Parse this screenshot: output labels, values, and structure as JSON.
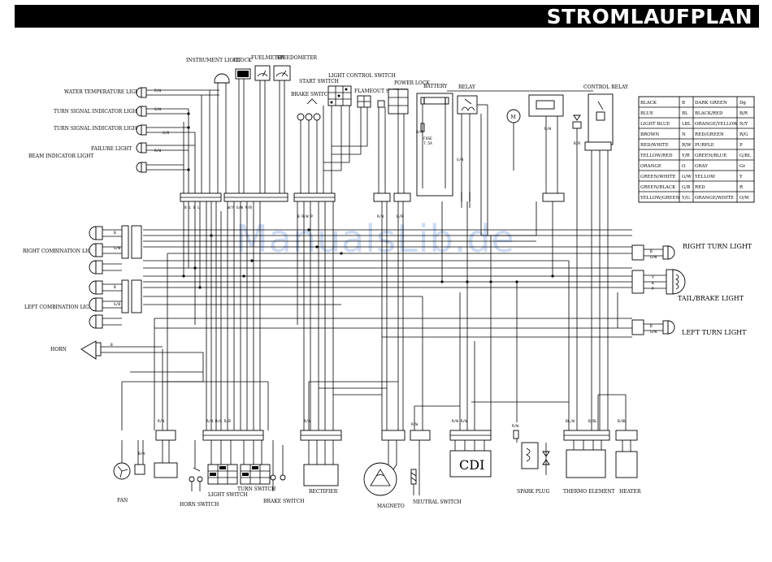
{
  "header": {
    "title": "STROMLAUFPLAN"
  },
  "watermark": "ManualsLib.de",
  "top_components": {
    "instrument_light": "INSTRUMENT LIGHT",
    "clock": "CLOCK",
    "fuelmeter": "FUELMETER",
    "speedometer": "SPEEDOMETER",
    "light_control_switch": "LIGHT CONTROL SWITCH",
    "start_switch": "START SWITCH",
    "brake_switch": "BRAKE SWITCH",
    "flameout_switch": "FLAMEOUT SWITCH",
    "power_lock": "POWER LOCK",
    "battery": "BATTERY",
    "relay": "RELAY",
    "control_relay": "CONTROL RELAY",
    "fuse": "FUSE",
    "fuse_rating": "7.5A",
    "motor": "M"
  },
  "left_components": {
    "water_temperature_light": "WATER TEMPERATURE LIGHT",
    "turn_signal_indicator_light_1": "TURN SIGNAL INDICATOR LIGHT",
    "turn_signal_indicator_light_2": "TURN SIGNAL INDICATOR LIGHT",
    "failure_light": "FAILURE   LIGHT",
    "beam_indicator_light": "BEAM INDICATOR LIGHT",
    "right_combination_light": "RIGHT COMBINATION LIGHT",
    "left_combination_light": "LEFT COMBINATION LIGHT",
    "horn": "HORN"
  },
  "right_components": {
    "right_turn_light": "RIGHT TURN LIGHT",
    "tail_brake_light": "TAIL/BRAKE LIGHT",
    "left_turn_light": "LEFT TURN LIGHT"
  },
  "bottom_components": {
    "fan": "FAN",
    "horn_switch": "HORN SWITCH",
    "light_switch": "LIGHT SWITCH",
    "turn_switch": "TURN SWITCH",
    "brake_switch": "BRAKE SWITCH",
    "rectifier": "RECTIFIER",
    "magneto": "MAGNETO",
    "neutral_switch": "NEUTRAL SWITCH",
    "cdi": "CDI",
    "spark_plug": "SPARK PLUG",
    "thermo_element": "THERMO ELEMENT",
    "heater": "HEATER"
  },
  "color_legend": [
    {
      "name": "BLACK",
      "code": "B"
    },
    {
      "name": "BLUE",
      "code": "BL"
    },
    {
      "name": "LIGHT BLUE",
      "code": "LBL"
    },
    {
      "name": "BROWN",
      "code": "N"
    },
    {
      "name": "RED/WHITE",
      "code": "R/W"
    },
    {
      "name": "YELLOW/RED",
      "code": "Y/R"
    },
    {
      "name": "ORANGE",
      "code": "O"
    },
    {
      "name": "GREEN/WHITE",
      "code": "G/W"
    },
    {
      "name": "GREEN/BLACK",
      "code": "G/B"
    },
    {
      "name": "YELLOW/GREEN",
      "code": "Y/G"
    },
    {
      "name": "DARK GREEN",
      "code": "Dg"
    },
    {
      "name": "BLACK/RED",
      "code": "B/R"
    },
    {
      "name": "ORANGE/YELLOW",
      "code": "N/Y"
    },
    {
      "name": "RED/GREEN",
      "code": "R/G"
    },
    {
      "name": "PURPLE",
      "code": "P"
    },
    {
      "name": "GREEN/BLUE",
      "code": "G/BL"
    },
    {
      "name": "GRAY",
      "code": "Gr"
    },
    {
      "name": "YELLOW",
      "code": "Y"
    },
    {
      "name": "RED",
      "code": "R"
    },
    {
      "name": "ORANGE/WHITE",
      "code": "O/W"
    }
  ]
}
